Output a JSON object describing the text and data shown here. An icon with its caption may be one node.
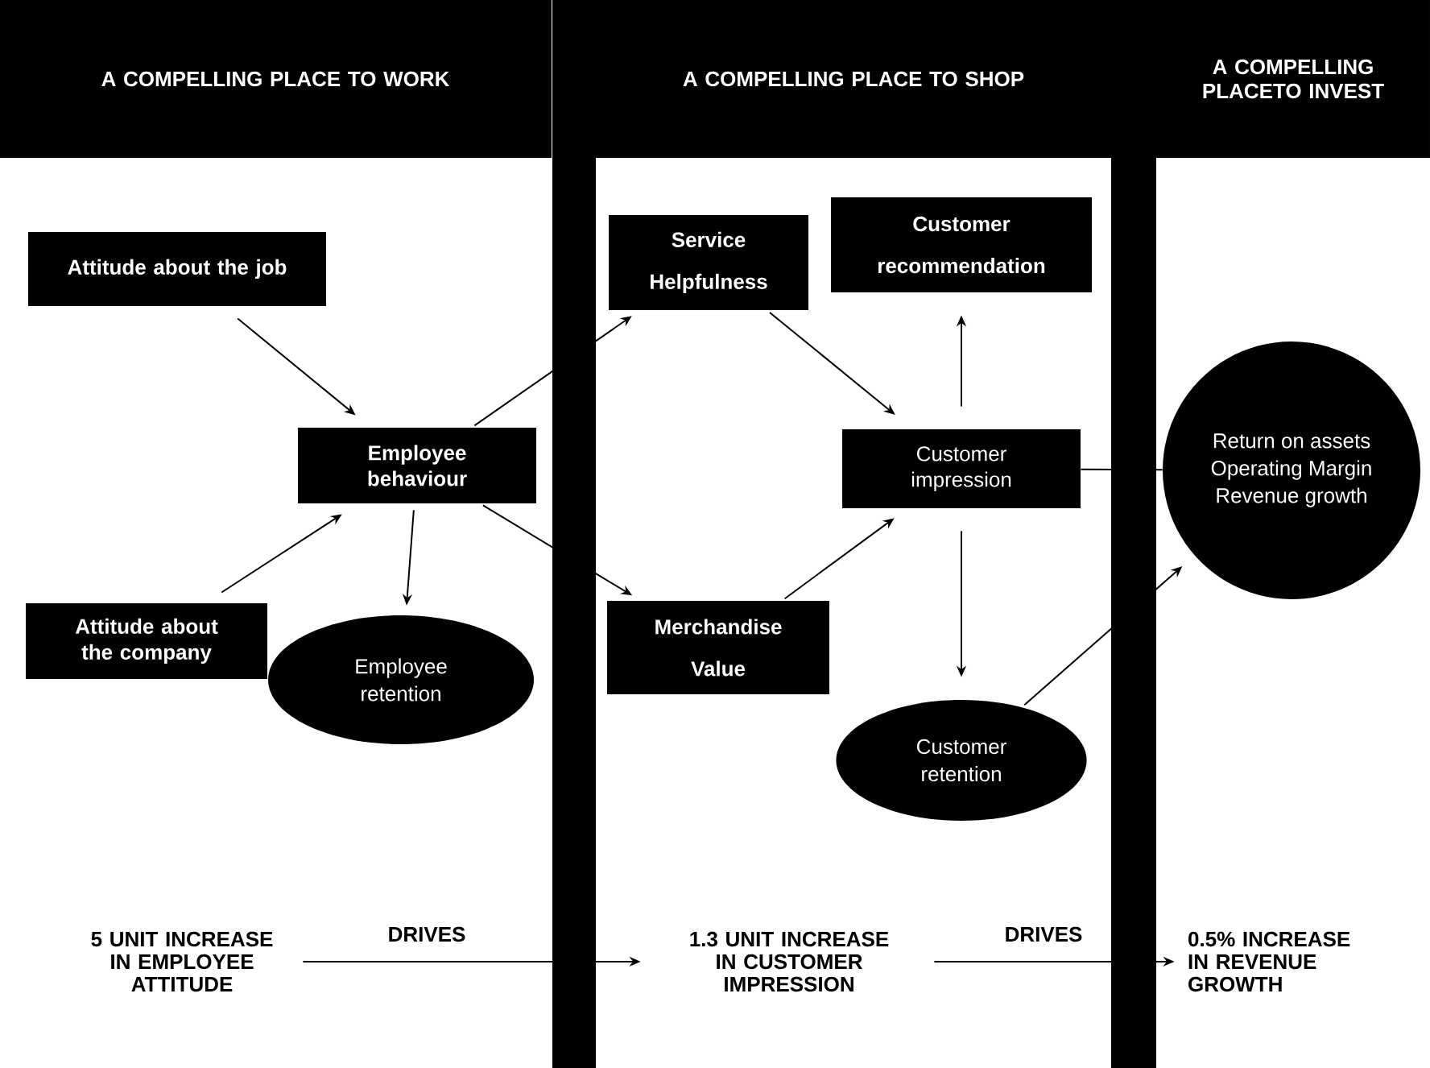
{
  "diagram": {
    "nodes": [
      {
        "text": [
          "A COMPELLING PLACE TO WORK"
        ]
      },
      {
        "text": [
          "A COMPELLING PLACE TO SHOP"
        ]
      },
      {
        "text": [
          "A COMPELLING PLACETO INVEST"
        ]
      },
      {
        "text": [
          "Attitude about the job"
        ]
      },
      {
        "text": [
          "Attitude about the company"
        ]
      },
      {
        "text": [
          "Employee behaviour"
        ]
      },
      {
        "text": [
          "Employee retention"
        ]
      },
      {
        "text": [
          "Service Helpfulness"
        ]
      },
      {
        "text": [
          "Merchandise Value"
        ]
      },
      {
        "text": [
          "Customer recommendation"
        ]
      },
      {
        "text": [
          "Customer impression"
        ]
      },
      {
        "text": [
          "Customer retention"
        ]
      },
      {
        "text": [
          "Return on assets Operating Margin Revenue growth"
        ]
      },
      {
        "text": [
          "5 UNIT INCREASE IN EMPLOYEE ATTITUDE"
        ]
      },
      {
        "text": [
          "1.3 UNIT INCREASE IN CUSTOMER IMPRESSION"
        ]
      },
      {
        "text": [
          "0.5% INCREASE IN REVENUE GROWTH"
        ]
      }
    ],
    "edges": [
      {
        "from": 3,
        "to": 5,
        "arrow": "to"
      },
      {
        "from": 4,
        "to": 5,
        "arrow": "to"
      },
      {
        "from": 5,
        "to": 7,
        "arrow": "to"
      },
      {
        "from": 5,
        "to": 8,
        "arrow": "to"
      },
      {
        "from": 5,
        "to": 6,
        "arrow": "to"
      },
      {
        "from": 7,
        "to": 10,
        "arrow": "to"
      },
      {
        "from": 8,
        "to": 10,
        "arrow": "to"
      },
      {
        "from": 10,
        "to": 9,
        "arrow": "to"
      },
      {
        "from": 10,
        "to": 11,
        "arrow": "to"
      },
      {
        "from": 10,
        "to": 12,
        "arrow": "none"
      },
      {
        "from": 11,
        "to": 12,
        "arrow": "to"
      },
      {
        "from": 13,
        "to": 14,
        "arrow": "to",
        "label": "DRIVES"
      },
      {
        "from": 14,
        "to": 15,
        "arrow": "to",
        "label": "DRIVES"
      }
    ]
  }
}
